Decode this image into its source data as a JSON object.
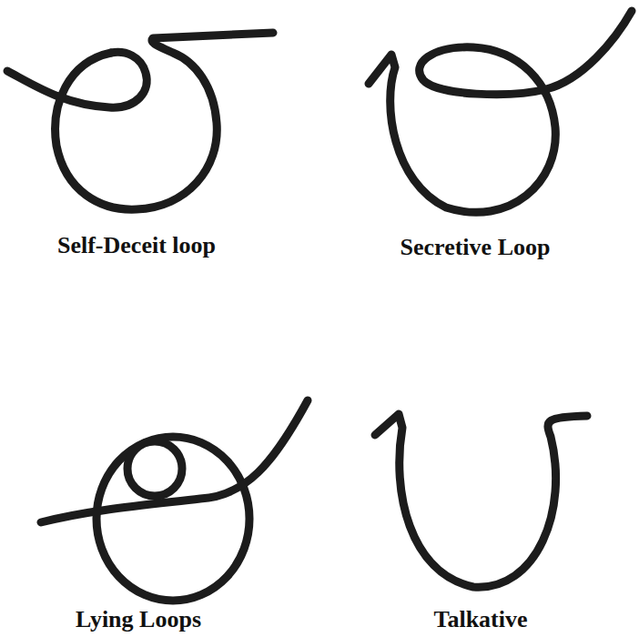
{
  "diagram": {
    "labels": [
      "Self-Deceit loop",
      "Secretive Loop",
      "Lying Loops",
      "Talkative"
    ]
  }
}
